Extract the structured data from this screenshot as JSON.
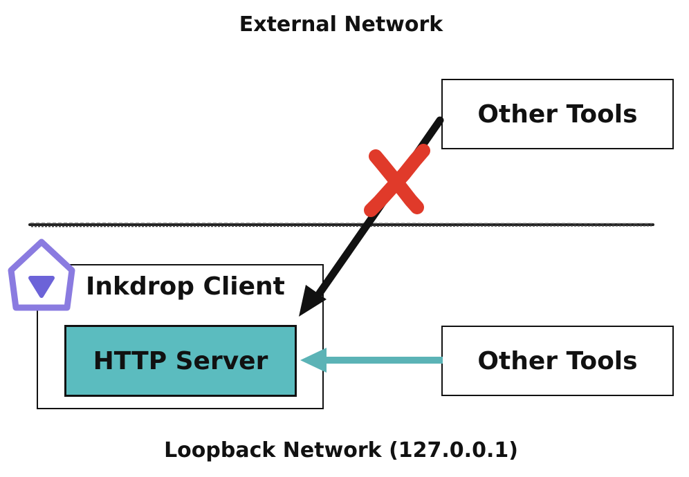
{
  "external_network_label": "External Network",
  "loopback_network_label": "Loopback Network (127.0.0.1)",
  "inkdrop_client_label": "Inkdrop Client",
  "http_server_label": "HTTP Server",
  "other_tools_top_label": "Other Tools",
  "other_tools_bottom_label": "Other Tools",
  "icons": {
    "app_logo": "inkdrop-logo-icon",
    "blocked": "red-x-mark-icon"
  },
  "colors": {
    "http_server_fill": "#5bbcbf",
    "allowed_arrow": "#5bb3b6",
    "blocked_arrow": "#111111",
    "x_mark": "#e03a2a",
    "logo_outer": "#8a7be0",
    "logo_inner": "#6c63d8"
  }
}
